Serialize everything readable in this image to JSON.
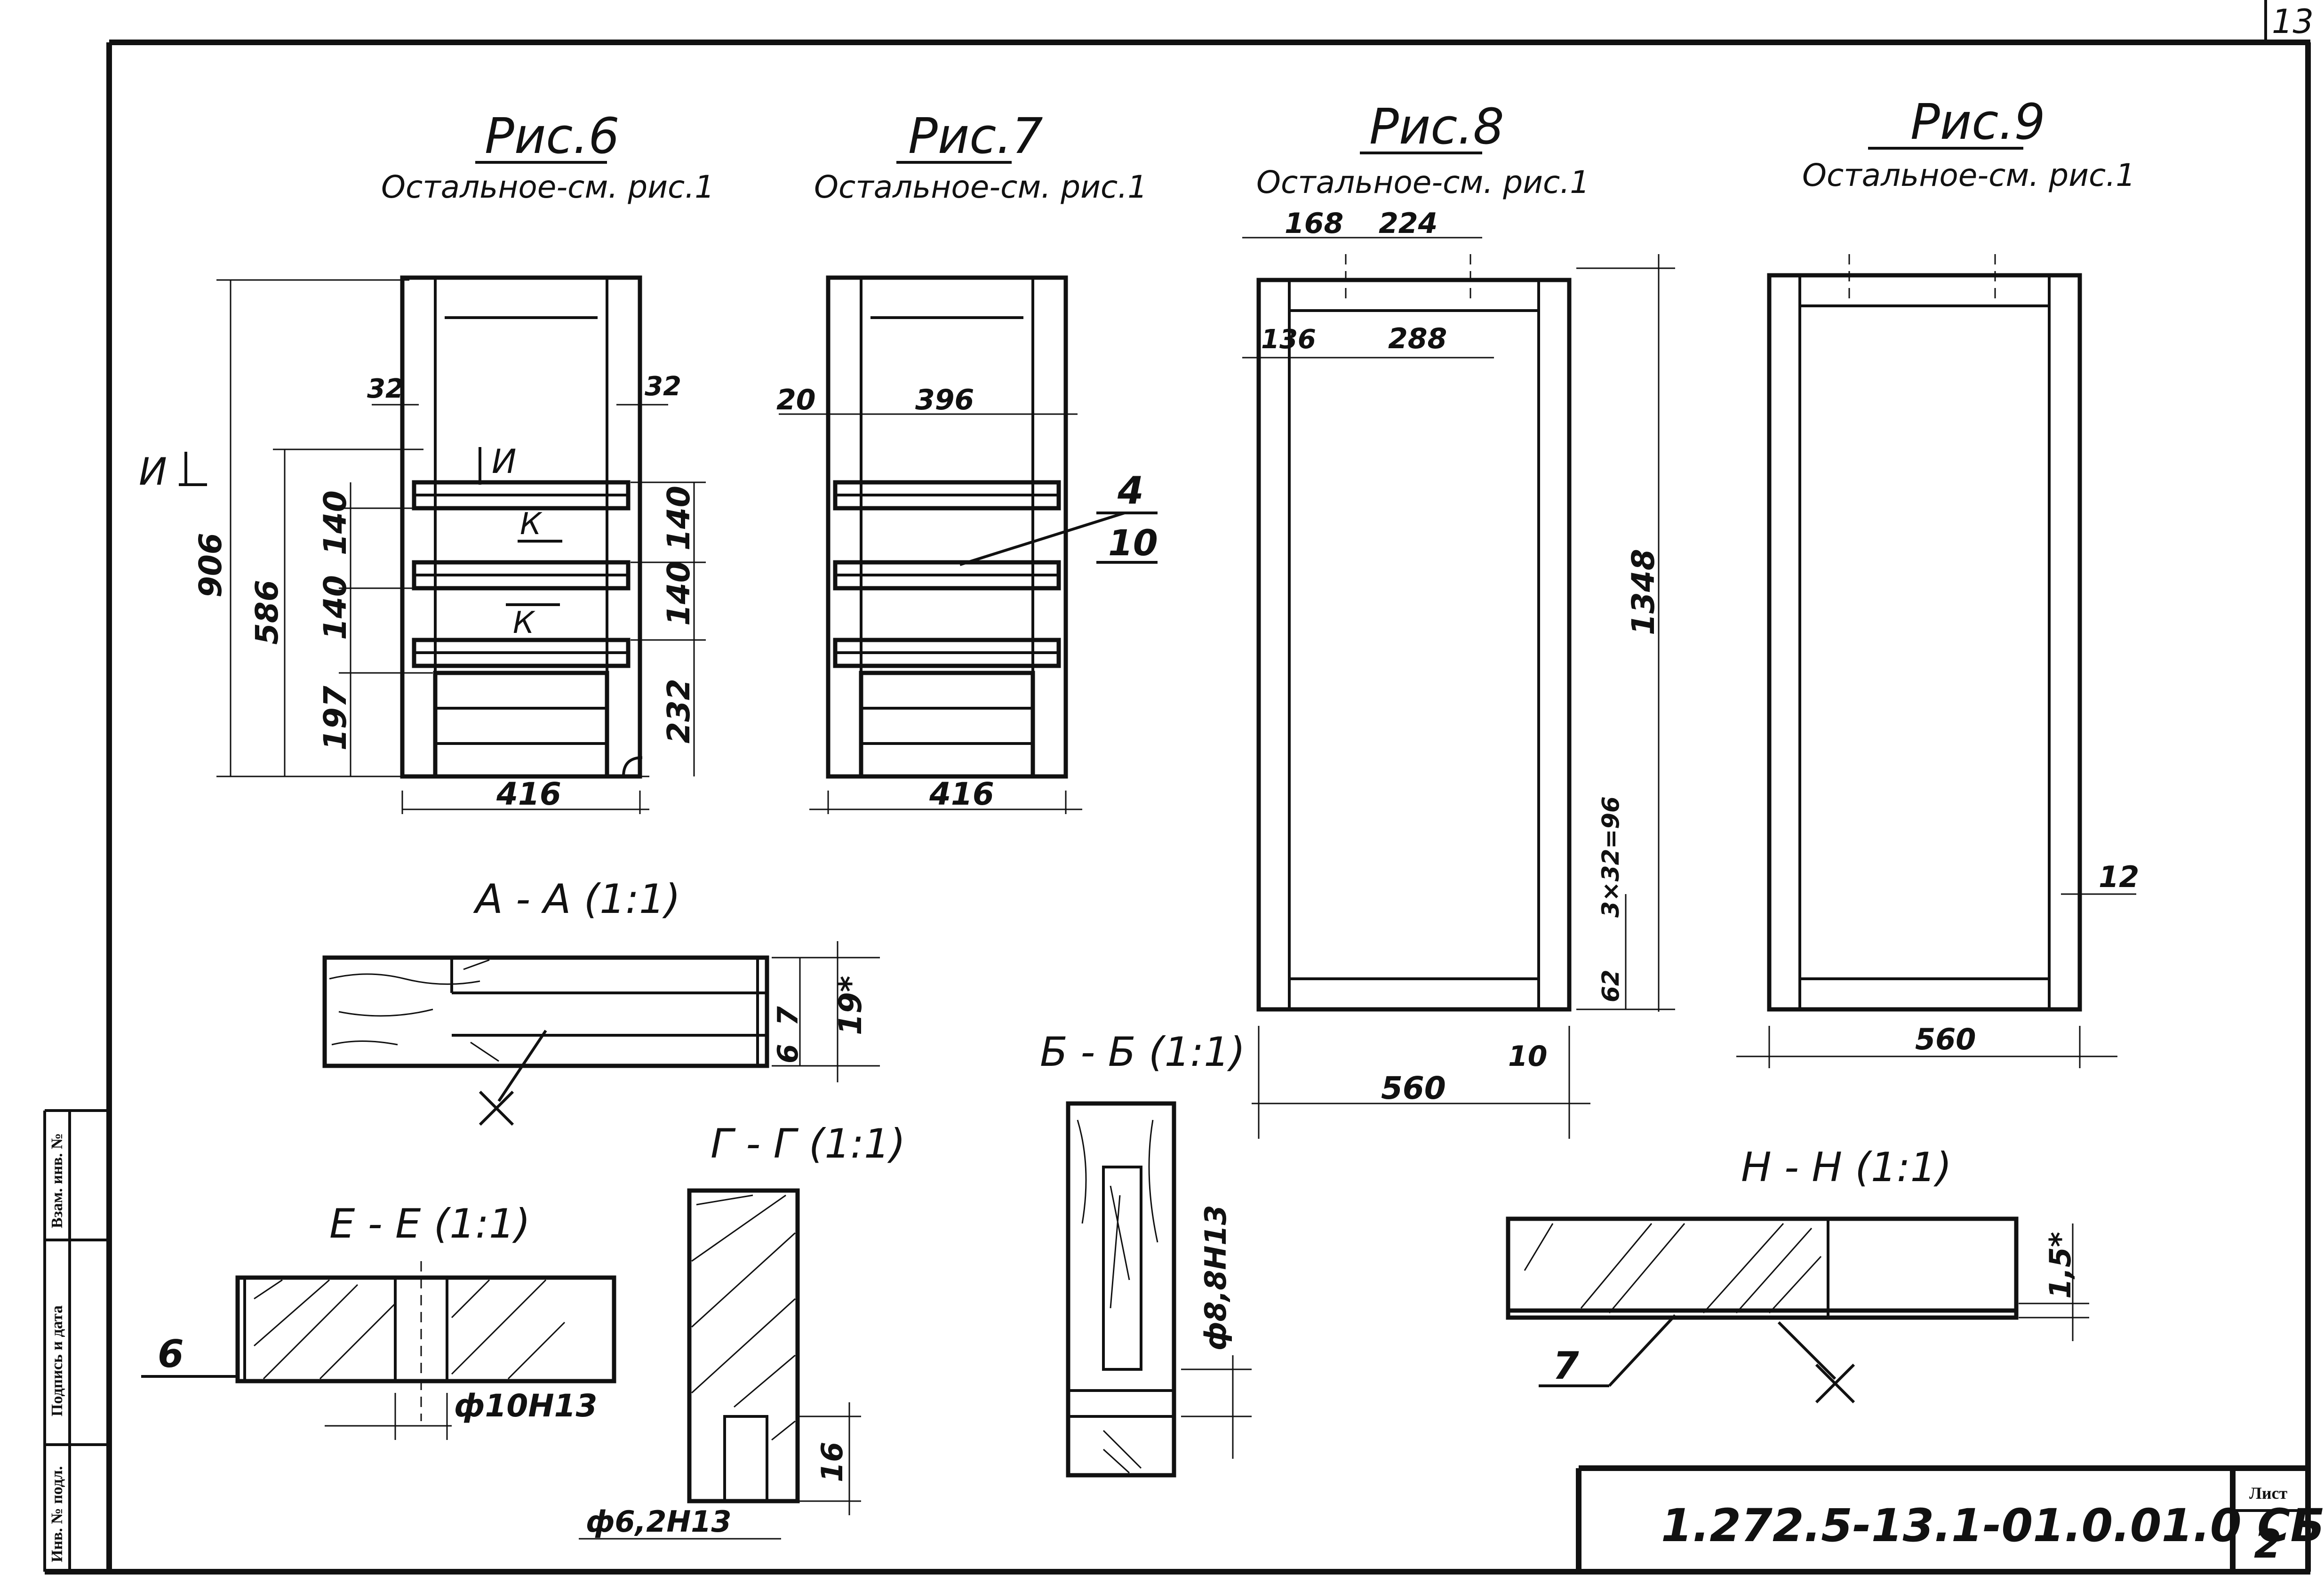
{
  "sheet": {
    "top_page_number": "13",
    "document_code": "1.272.5-13.1-01.0.01.0 СБ",
    "sheet_label": "Лист",
    "sheet_number": "2"
  },
  "side_stamp": {
    "inv_no_orig": "Инв. № подл.",
    "sign_date": "Подпись и дата",
    "inv_no_dup": "Взам. инв. №"
  },
  "figures": {
    "fig6": {
      "title": "Рис.6",
      "subtitle": "Остальное-см. рис.1",
      "dims": {
        "h906": "906",
        "h586": "586",
        "h140a": "140",
        "h140b": "140",
        "h197": "197",
        "r140a": "140",
        "r140b": "140",
        "r232": "232",
        "w416": "416",
        "d32l": "32",
        "d32r": "32"
      },
      "labels": {
        "cut_u": "И",
        "cut_u_top": "И",
        "cut_k_top": "К",
        "cut_k_bot": "К"
      }
    },
    "fig7": {
      "title": "Рис.7",
      "subtitle": "Остальное-см. рис.1",
      "dims": {
        "d20": "20",
        "d396": "396",
        "w416": "416"
      },
      "callout": {
        "num": "4",
        "den": "10"
      }
    },
    "fig8": {
      "title": "Рис.8",
      "subtitle": "Остальное-см. рис.1",
      "dims": {
        "d168": "168",
        "d224": "224",
        "d136": "136",
        "d288": "288",
        "h1348": "1348",
        "pitch": "3×32=96",
        "d62": "62",
        "d10": "10",
        "w560": "560"
      }
    },
    "fig9": {
      "title": "Рис.9",
      "subtitle": "Остальное-см. рис.1",
      "dims": {
        "d12": "12",
        "w560": "560"
      }
    }
  },
  "sections": {
    "aa": {
      "title": "А - А (1:1)",
      "dims": {
        "d7": "7",
        "d6": "6",
        "d19": "19*"
      }
    },
    "bb": {
      "title": "Б - Б (1:1)",
      "dims": {
        "dia": "ф8,8Н13"
      }
    },
    "gg": {
      "title": "Г - Г (1:1)",
      "dims": {
        "d16": "16",
        "dia": "ф6,2Н13"
      }
    },
    "ee": {
      "title": "Е - Е (1:1)",
      "dims": {
        "dia": "ф10Н13"
      },
      "callout": "6"
    },
    "nn": {
      "title": "Н - Н (1:1)",
      "dims": {
        "d15": "1,5*"
      },
      "callout": "7"
    }
  }
}
